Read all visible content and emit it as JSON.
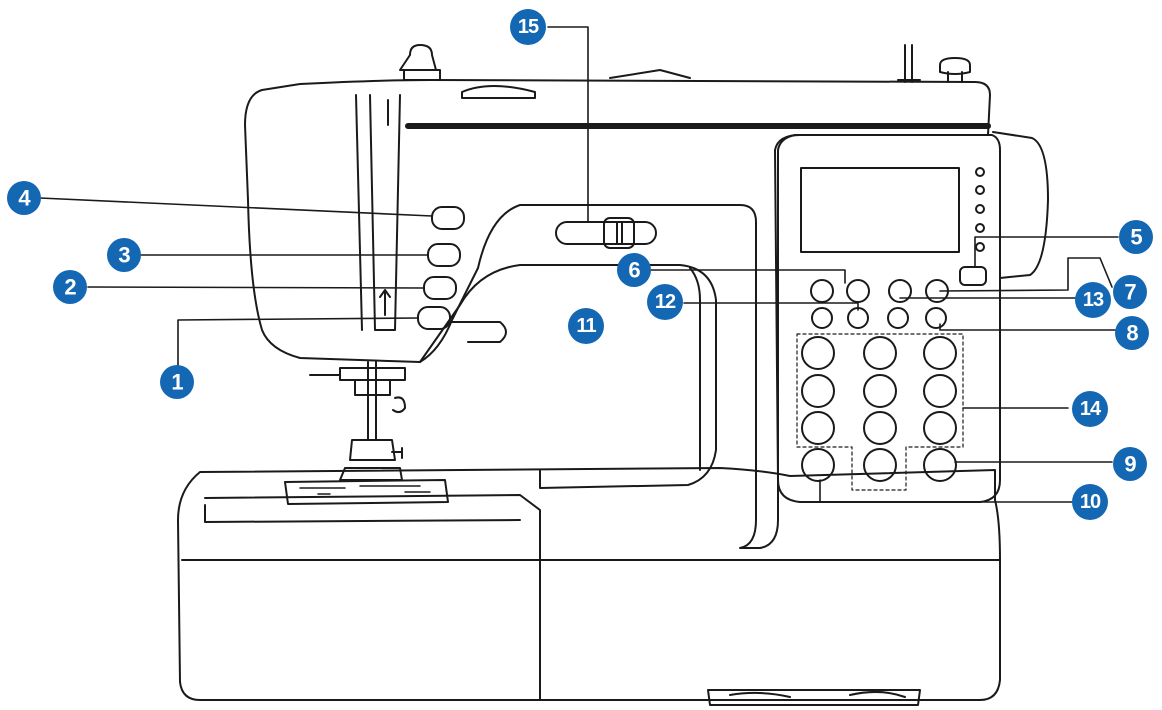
{
  "colors": {
    "callout_fill": "#1467b3",
    "callout_text": "#ffffff",
    "line_art": "#1a1a1a"
  },
  "callouts": [
    {
      "id": "1",
      "label": "1"
    },
    {
      "id": "2",
      "label": "2"
    },
    {
      "id": "3",
      "label": "3"
    },
    {
      "id": "4",
      "label": "4"
    },
    {
      "id": "5",
      "label": "5"
    },
    {
      "id": "6",
      "label": "6"
    },
    {
      "id": "7",
      "label": "7"
    },
    {
      "id": "8",
      "label": "8"
    },
    {
      "id": "9",
      "label": "9"
    },
    {
      "id": "10",
      "label": "10"
    },
    {
      "id": "11",
      "label": "11"
    },
    {
      "id": "12",
      "label": "12"
    },
    {
      "id": "13",
      "label": "13"
    },
    {
      "id": "14",
      "label": "14"
    },
    {
      "id": "15",
      "label": "15"
    }
  ]
}
